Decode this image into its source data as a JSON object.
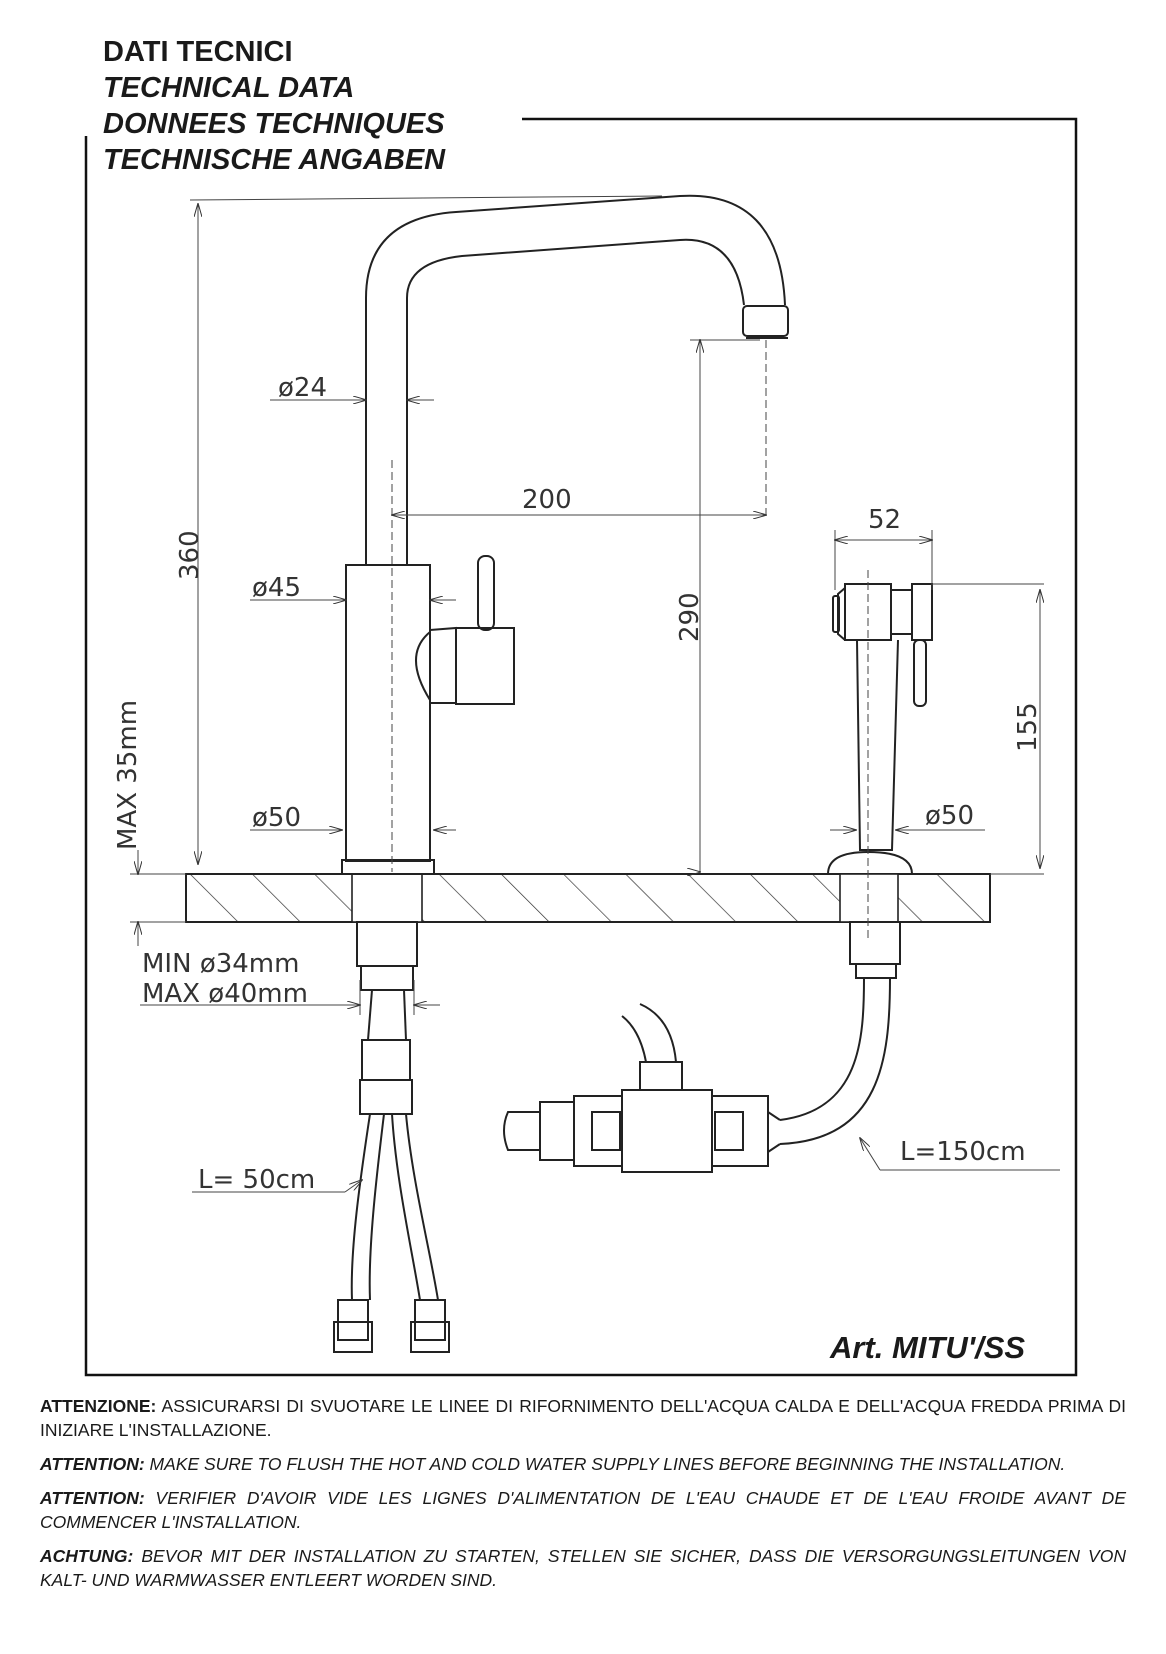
{
  "titles": {
    "it": "DATI TECNICI",
    "en": "TECHNICAL DATA",
    "fr": "DONNEES TECHNIQUES",
    "de": "TECHNISCHE ANGABEN"
  },
  "article": "Art. MITU'/SS",
  "dimensions": {
    "height_total": "360",
    "spout_height": "290",
    "spout_reach": "200",
    "spout_diameter": "ø24",
    "body_diameter": "ø45",
    "base_diameter": "ø50",
    "max_deck": "MAX  35mm",
    "hole_min": "MIN  ø34mm",
    "hole_max": "MAX  ø40mm",
    "hose_length": "L= 50cm",
    "spray_width": "52",
    "spray_height": "155",
    "spray_base": "ø50",
    "spray_hose": "L=150cm"
  },
  "notes": [
    {
      "label": "ATTENZIONE:",
      "text": " ASSICURARSI DI SVUOTARE LE LINEE DI RIFORNIMENTO DELL'ACQUA CALDA E DELL'ACQUA FREDDA PRIMA DI INIZIARE L'INSTALLAZIONE."
    },
    {
      "label": "ATTENTION:",
      "text": " MAKE SURE TO FLUSH THE HOT AND COLD WATER SUPPLY LINES BEFORE BEGINNING THE INSTALLATION."
    },
    {
      "label": "ATTENTION:",
      "text": " VERIFIER D'AVOIR VIDE LES LIGNES D'ALIMENTATION DE L'EAU CHAUDE ET DE L'EAU FROIDE AVANT DE COMMENCER L'INSTALLATION."
    },
    {
      "label": "ACHTUNG:",
      "text": " BEVOR MIT DER INSTALLATION ZU STARTEN, STELLEN SIE SICHER, DASS DIE VERSORGUNGSLEITUNGEN VON KALT- UND WARMWASSER ENTLEERT WORDEN SIND."
    }
  ]
}
